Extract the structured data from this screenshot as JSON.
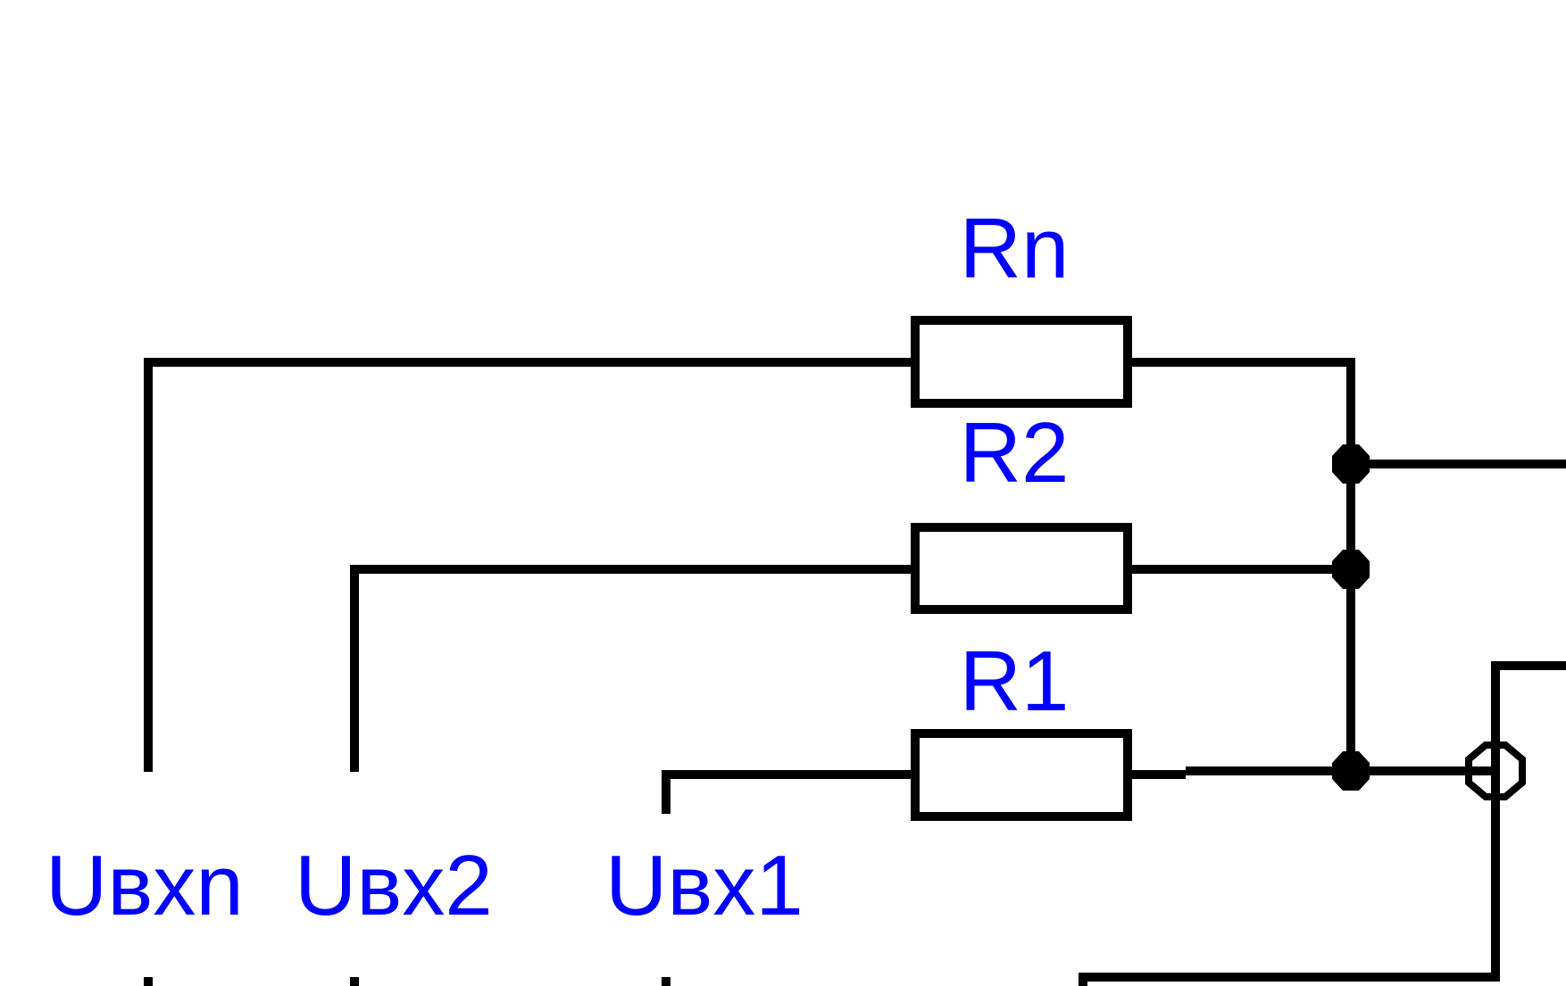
{
  "colors": {
    "background": "#ffffff",
    "wire": "#000000",
    "label": "#0000ff"
  },
  "resistors": {
    "rn": "Rn",
    "r2": "R2",
    "r1": "R1"
  },
  "inputs": {
    "uvxn": "Uвхn",
    "uvx2": "Uвх2",
    "uvx1": "Uвх1"
  }
}
